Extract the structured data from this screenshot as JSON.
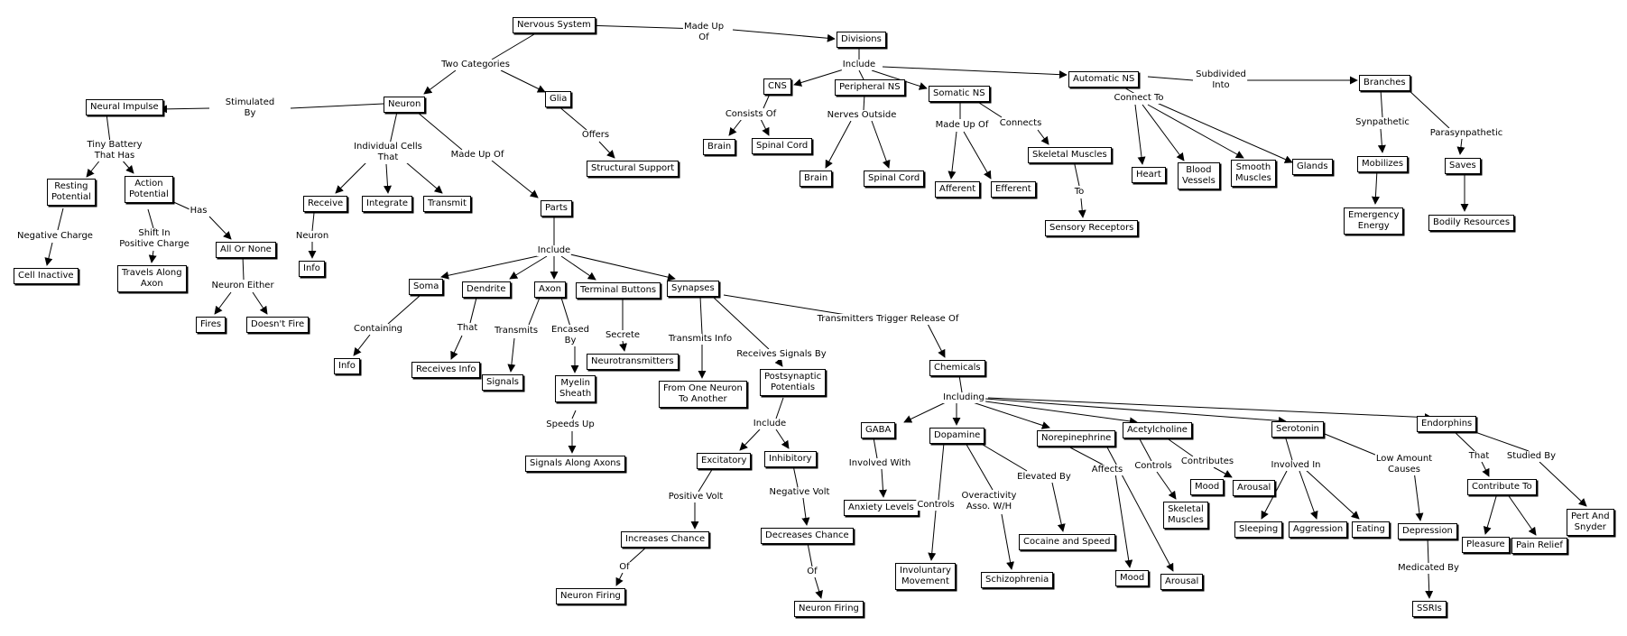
{
  "nodes": {
    "nervous_system": "Nervous System",
    "divisions": "Divisions",
    "cns": "CNS",
    "peripheral_ns": "Peripheral NS",
    "somatic_ns": "Somatic NS",
    "automatic_ns": "Automatic NS",
    "branches": "Branches",
    "cns_brain": "Brain",
    "cns_spinal_cord": "Spinal Cord",
    "pns_brain": "Brain",
    "pns_spinal_cord": "Spinal Cord",
    "afferent": "Afferent",
    "efferent": "Efferent",
    "skeletal_muscles": "Skeletal Muscles",
    "sensory_receptors": "Sensory Receptors",
    "heart": "Heart",
    "blood_vessels": "Blood\nVessels",
    "smooth_muscles": "Smooth\nMuscles",
    "glands": "Glands",
    "mobilizes": "Mobilizes",
    "emergency_energy": "Emergency\nEnergy",
    "saves": "Saves",
    "bodily_resources": "Bodily Resources",
    "neuron": "Neuron",
    "glia": "Glia",
    "structural_support": "Structural Support",
    "neural_impulse": "Neural Impulse",
    "resting_potential": "Resting\nPotential",
    "action_potential": "Action\nPotential",
    "cell_inactive": "Cell Inactive",
    "travels_along_axon": "Travels Along\nAxon",
    "all_or_none": "All Or None",
    "fires": "Fires",
    "doesnt_fire": "Doesn't Fire",
    "receive": "Receive",
    "integrate": "Integrate",
    "transmit": "Transmit",
    "neuron_info": "Info",
    "parts": "Parts",
    "soma": "Soma",
    "dendrite": "Dendrite",
    "axon": "Axon",
    "terminal_buttons": "Terminal Buttons",
    "synapses": "Synapses",
    "soma_info": "Info",
    "receives_info": "Receives Info",
    "signals": "Signals",
    "myelin_sheath": "Myelin\nSheath",
    "signals_along_axons": "Signals Along Axons",
    "neurotransmitters": "Neurotransmitters",
    "from_one_neuron": "From One Neuron\nTo Another",
    "postsynaptic_potentials": "Postsynaptic\nPotentials",
    "excitatory": "Excitatory",
    "inhibitory": "Inhibitory",
    "increases_chance": "Increases Chance",
    "decreases_chance": "Decreases Chance",
    "neuron_firing_1": "Neuron Firing",
    "neuron_firing_2": "Neuron Firing",
    "chemicals": "Chemicals",
    "gaba": "GABA",
    "dopamine": "Dopamine",
    "norepinephrine": "Norepinephrine",
    "acetylcholine": "Acetylcholine",
    "serotonin": "Serotonin",
    "endorphins": "Endorphins",
    "anxiety_levels": "Anxiety Levels",
    "involuntary_movement": "Involuntary\nMovement",
    "schizophrenia": "Schizophrenia",
    "cocaine_and_speed": "Cocaine and Speed",
    "ne_mood": "Mood",
    "ne_arousal": "Arousal",
    "skeletal_muscles_2": "Skeletal\nMuscles",
    "ach_mood": "Mood",
    "ach_arousal": "Arousal",
    "sleeping": "Sleeping",
    "aggression": "Aggression",
    "eating": "Eating",
    "depression": "Depression",
    "ssris": "SSRIs",
    "contribute_to": "Contribute To",
    "pleasure": "Pleasure",
    "pain_relief": "Pain Relief",
    "pert_and_snyder": "Pert And\nSnyder"
  },
  "links": {
    "made_up_of_1": "Made Up\nOf",
    "include_1": "Include",
    "subdivided_into": "Subdivided\nInto",
    "consists_of": "Consists Of",
    "nerves_outside": "Nerves Outside",
    "made_up_of_2": "Made Up Of",
    "connects": "Connects",
    "to": "To",
    "connect_to": "Connect To",
    "sympathetic": "Synpathetic",
    "parasympathetic": "Parasynpathetic",
    "two_categories": "Two Categories",
    "offers": "Offers",
    "stimulated_by": "Stimulated\nBy",
    "tiny_battery": "Tiny Battery\nThat Has",
    "negative_charge": "Negative Charge",
    "shift_in": "Shift In\nPositive Charge",
    "has": "Has",
    "neuron_either": "Neuron Either",
    "individual_cells": "Individual Cells\nThat",
    "neuron_link": "Neuron",
    "made_up_of_3": "Made Up Of",
    "include_2": "Include",
    "containing": "Containing",
    "that_1": "That",
    "transmits": "Transmits",
    "encased_by": "Encased\nBy",
    "speeds_up": "Speeds Up",
    "secrete": "Secrete",
    "transmits_info": "Transmits Info",
    "receives_signals_by": "Receives Signals By",
    "transmitters_trigger": "Transmitters Trigger Release Of",
    "include_3": "Include",
    "positive_volt": "Positive Volt",
    "negative_volt": "Negative Volt",
    "of_1": "Of",
    "of_2": "Of",
    "including": "Including",
    "involved_with": "Involved With",
    "controls_1": "Controls",
    "overactivity": "Overactivity\nAsso. W/H",
    "elevated_by": "Elevated By",
    "affects": "Affects",
    "controls_2": "Controls",
    "contributes": "Contributes",
    "involved_in": "Involved In",
    "low_amount_causes": "Low Amount\nCauses",
    "medicated_by": "Medicated By",
    "that_2": "That",
    "studied_by": "Studied By"
  }
}
